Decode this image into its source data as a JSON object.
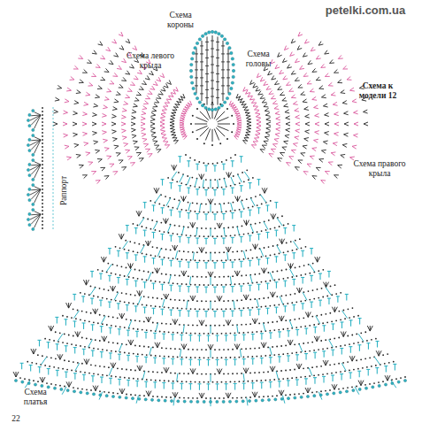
{
  "diagram": {
    "title": "Схема к модели 12",
    "labels": [
      "petelki.com.ua",
      "Схема короны",
      "Схема головы",
      "Схема левого крыла",
      "Схема правого крыла",
      "Раппорт",
      "Схема платья",
      "22"
    ]
  }
}
